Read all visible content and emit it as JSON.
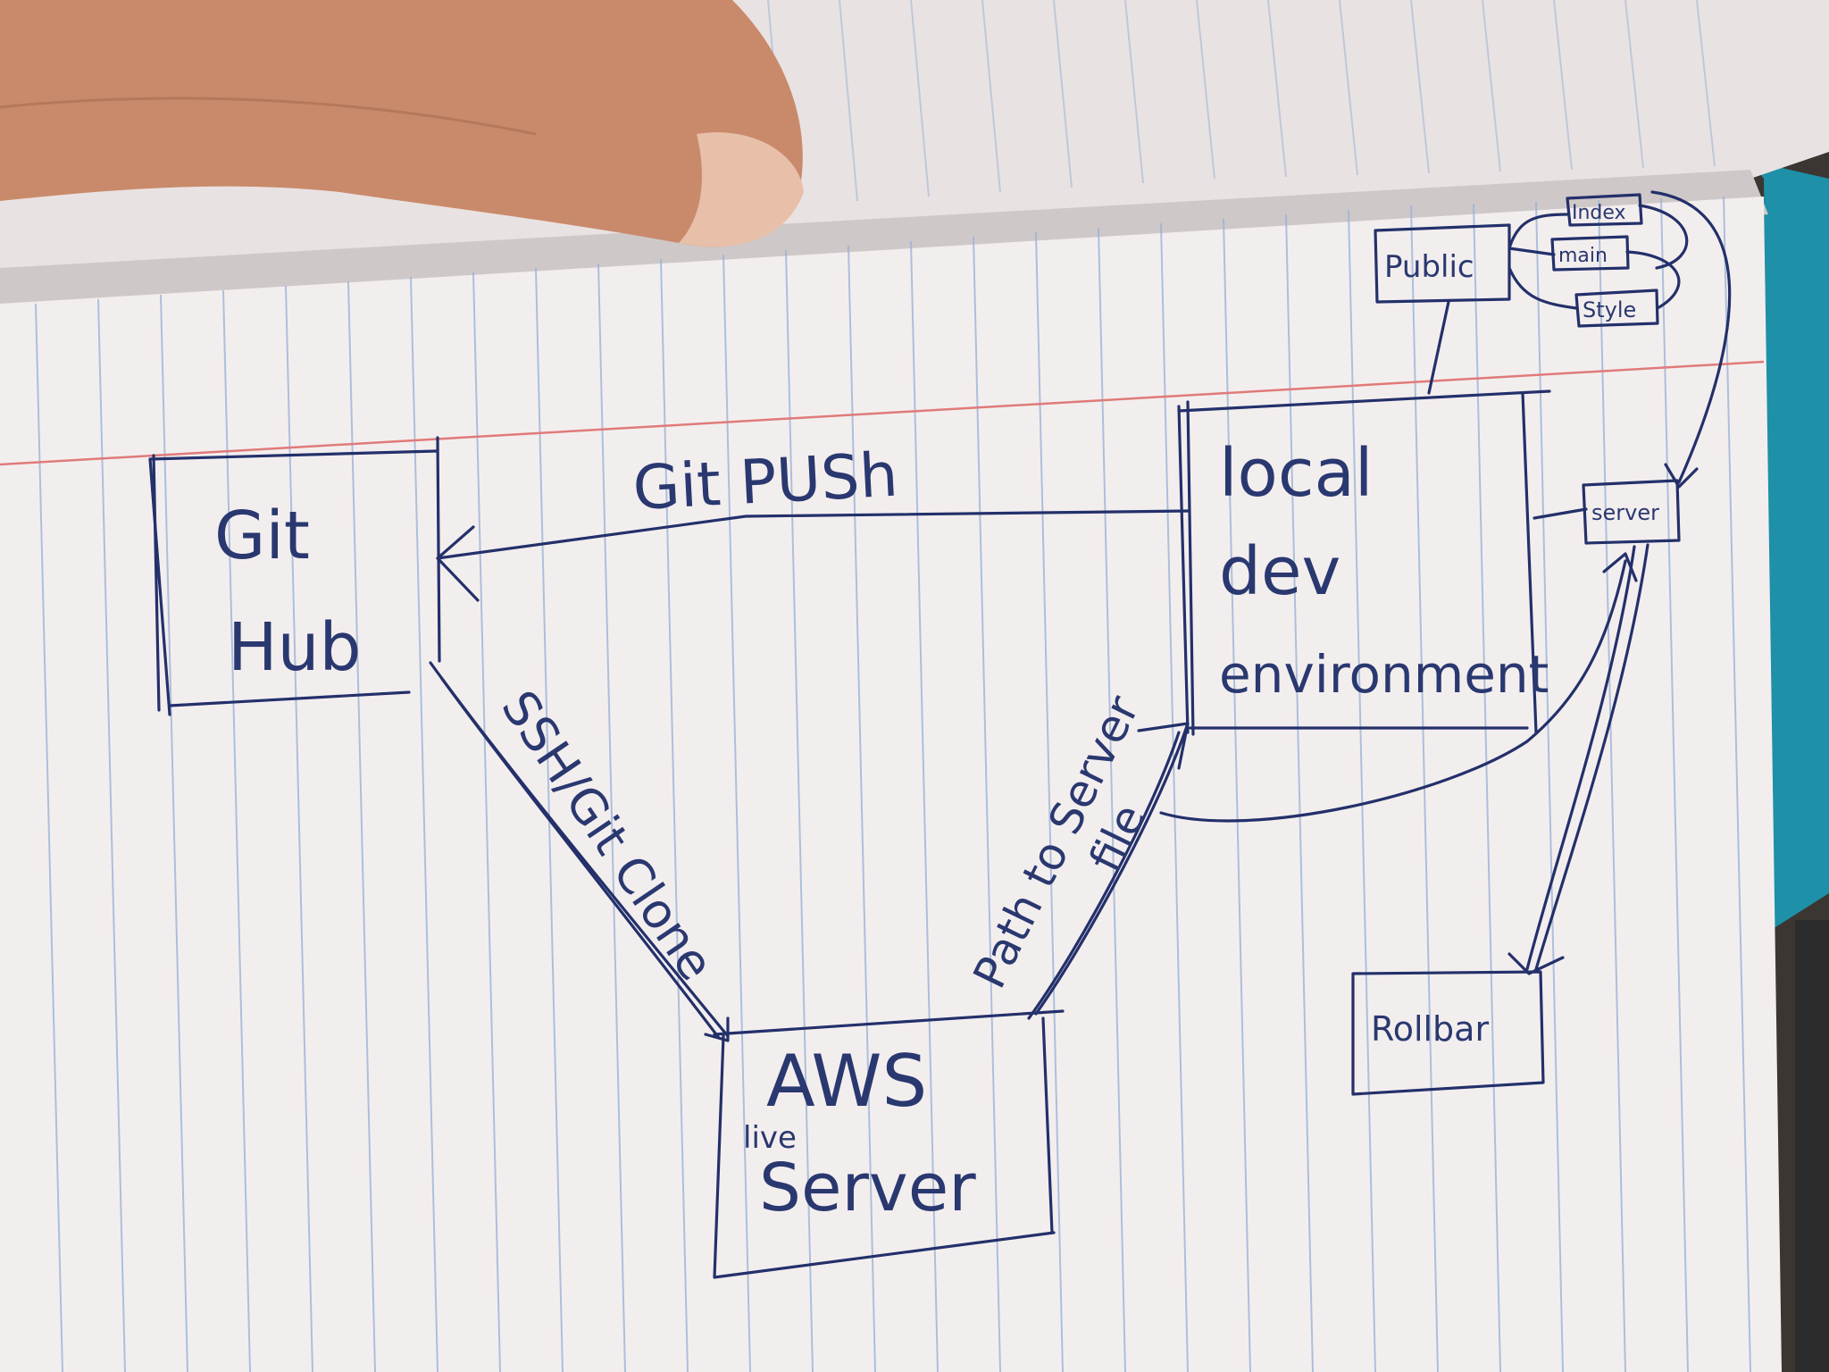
{
  "nodes": {
    "github": {
      "line1": "Git",
      "line2": "Hub"
    },
    "local": {
      "line1": "local",
      "line2": "dev",
      "line3": "environment"
    },
    "aws": {
      "line1": "AWS",
      "line2": "live",
      "line3": "Server"
    },
    "public": {
      "label": "Public"
    },
    "index": {
      "label": "Index"
    },
    "main": {
      "label": "main"
    },
    "style": {
      "label": "Style"
    },
    "server": {
      "label": "server"
    },
    "rollbar": {
      "label": "Rollbar"
    }
  },
  "edges": {
    "push": {
      "label": "Git PUSh"
    },
    "clone": {
      "label": "SSH/Git Clone"
    },
    "path": {
      "line1": "Path to Server",
      "line2": "file"
    }
  },
  "colors": {
    "paper": "#f4efef",
    "rule_line": "#9bb4d6",
    "margin_line": "#e07a7a",
    "ink": "#23306a",
    "folder_tab": "#1e90a8"
  }
}
